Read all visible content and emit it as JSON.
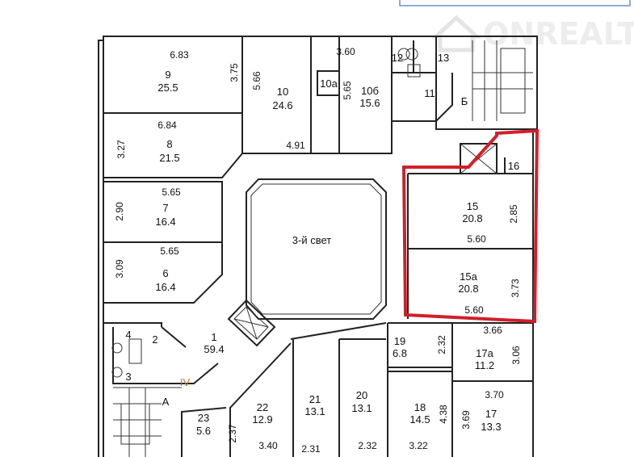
{
  "watermark": "ONREALT",
  "colors": {
    "highlight": "#d0202a",
    "section_label": "#d07020",
    "header_border": "#6a8fd0"
  },
  "center_void": "3-й свет",
  "section": "IV",
  "stairs": [
    "Б",
    "А"
  ],
  "rooms": [
    {
      "id": "9",
      "area": "25.5",
      "dims": [
        "6.83",
        "3.75"
      ]
    },
    {
      "id": "8",
      "area": "21.5",
      "dims": [
        "6.84",
        "3.27"
      ]
    },
    {
      "id": "10",
      "area": "24.6",
      "dims": [
        "5.66",
        "4.91"
      ]
    },
    {
      "id": "10а",
      "area": "",
      "dims": []
    },
    {
      "id": "10б",
      "area": "15.6",
      "dims": [
        "3.60",
        "5.65"
      ]
    },
    {
      "id": "11",
      "area": "",
      "dims": []
    },
    {
      "id": "12",
      "area": "",
      "dims": []
    },
    {
      "id": "13",
      "area": "",
      "dims": []
    },
    {
      "id": "7",
      "area": "16.4",
      "dims": [
        "5.65",
        "2.90"
      ]
    },
    {
      "id": "6",
      "area": "16.4",
      "dims": [
        "5.65",
        "3.09"
      ]
    },
    {
      "id": "16",
      "area": "",
      "dims": []
    },
    {
      "id": "15",
      "area": "20.8",
      "dims": [
        "2.85",
        "5.60"
      ]
    },
    {
      "id": "15а",
      "area": "20.8",
      "dims": [
        "3.73",
        "5.60"
      ]
    },
    {
      "id": "19",
      "area": "6.8",
      "dims": [
        "2.32"
      ]
    },
    {
      "id": "17а",
      "area": "11.2",
      "dims": [
        "3.66",
        "3.06"
      ]
    },
    {
      "id": "17",
      "area": "13.3",
      "dims": [
        "3.70",
        "3.69"
      ]
    },
    {
      "id": "18",
      "area": "14.5",
      "dims": [
        "4.38",
        "3.22"
      ]
    },
    {
      "id": "20",
      "area": "13.1",
      "dims": [
        "2.32"
      ]
    },
    {
      "id": "21",
      "area": "13.1",
      "dims": [
        "2.31"
      ]
    },
    {
      "id": "22",
      "area": "12.9",
      "dims": [
        "2.37",
        "3.40"
      ]
    },
    {
      "id": "23",
      "area": "5.6",
      "dims": []
    },
    {
      "id": "1",
      "area": "59.4",
      "dims": []
    },
    {
      "id": "2",
      "area": "",
      "dims": []
    },
    {
      "id": "3",
      "area": "",
      "dims": []
    },
    {
      "id": "4",
      "area": "",
      "dims": []
    }
  ]
}
